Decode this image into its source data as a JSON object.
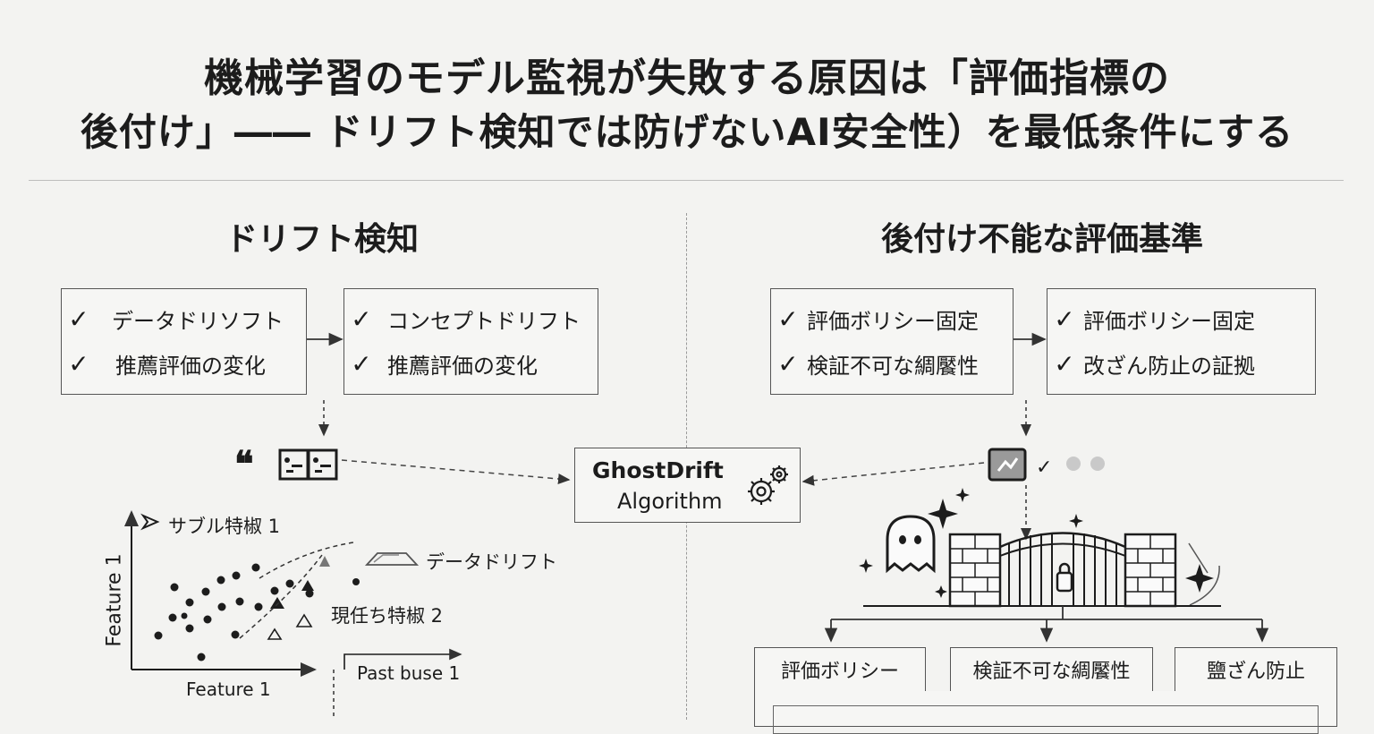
{
  "title": {
    "line1": "機械学習のモデル監視が失敗する原因は「評価指標の",
    "line2": "後付け」―― ドリフト検知では防げないAI安全性）を最低条件にする"
  },
  "left": {
    "heading": "ドリフト検知",
    "box1": [
      "データドリソフト",
      "推薦評価の変化"
    ],
    "box2": [
      "コンセプトドリフト",
      "推薦評価の変化"
    ],
    "plot": {
      "ylabel": "Feature 1",
      "xlabel": "Feature 1",
      "label_subtle": "サブル特椒 1",
      "label_drift": "データドリフト",
      "label_current": "現任ち特椒 2",
      "label_past": "Past buse 1"
    }
  },
  "center": {
    "name": "GhostDrift",
    "sub": "Algorithm"
  },
  "right": {
    "heading": "後付け不能な評価基準",
    "box1": [
      "評価ボリシー固定",
      "検証不可な綢饜性"
    ],
    "box2": [
      "評価ボリシー固定",
      "改ざん防止の証拠"
    ],
    "bottom": [
      "評価ボリシー",
      "検証不可な綢饜性",
      "鹽ざん防止"
    ]
  },
  "colors": {
    "ink": "#1c1c1c",
    "border": "#555555",
    "dot_gray": "#c9c9c9"
  }
}
